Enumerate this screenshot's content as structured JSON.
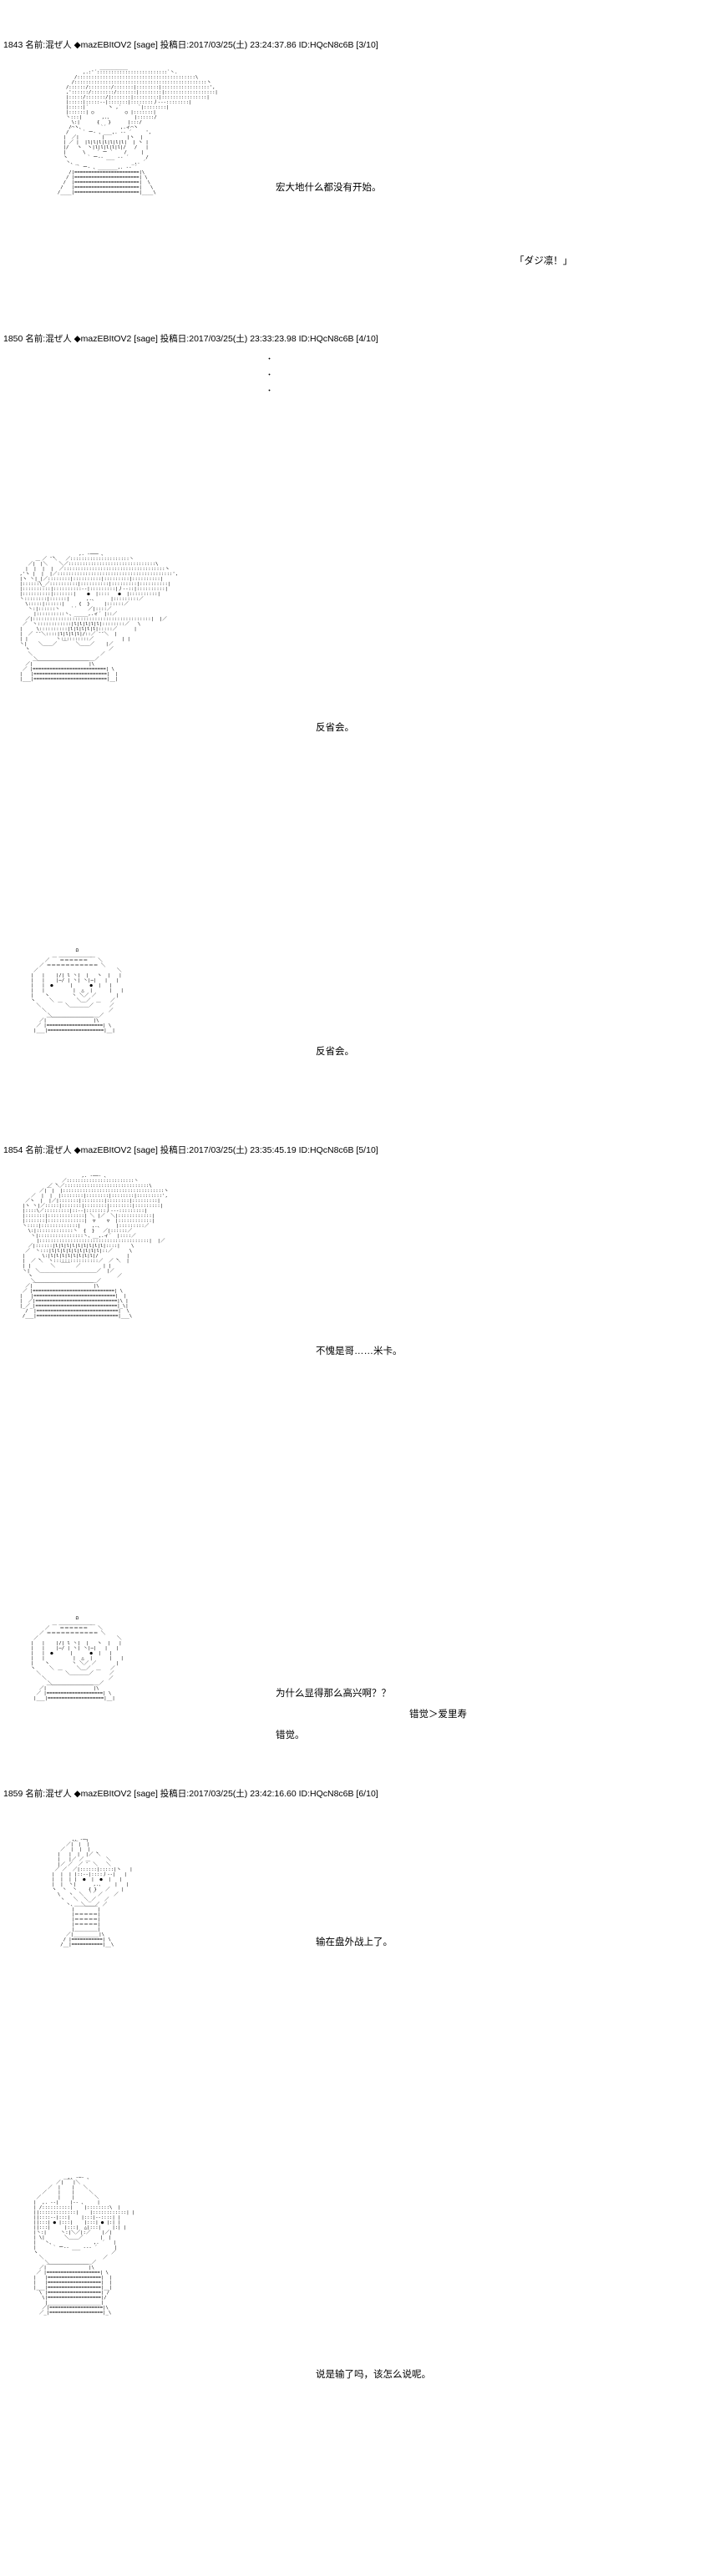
{
  "meta": {
    "board_style": "2ch-aa-thread",
    "background": "#ffffff",
    "text_color": "#000000"
  },
  "posts": [
    {
      "number": "1843",
      "name_label": "名前:",
      "name": "混ぜ人",
      "trip": "◆mazEBItOV2",
      "sage": "[sage]",
      "date_label": "投稿日:",
      "date": "2017/03/25(土) 23:24:37.86",
      "id": "ID:HQcN8c6B",
      "page": "[3/10]",
      "header_full": "1843 名前:混ぜ人 ◆mazEBItOV2 [sage] 投稿日:2017/03/25(土) 23:24:37.86 ID:HQcN8c6B [3/10]",
      "lines": [
        "宏大地什么都没有开始。",
        "「ダジ凛!」"
      ]
    },
    {
      "number": "1850",
      "name_label": "名前:",
      "name": "混ぜ人",
      "trip": "◆mazEBItOV2",
      "sage": "[sage]",
      "date_label": "投稿日:",
      "date": "2017/03/25(土) 23:33:23.98",
      "id": "ID:HQcN8c6B",
      "page": "[4/10]",
      "header_full": "1850 名前:混ぜ人 ◆mazEBItOV2 [sage] 投稿日:2017/03/25(土) 23:33:23.98 ID:HQcN8c6B [4/10]",
      "lines": [
        "反省会。",
        "反省会。"
      ]
    },
    {
      "number": "1854",
      "name_label": "名前:",
      "name": "混ぜ人",
      "trip": "◆mazEBItOV2",
      "sage": "[sage]",
      "date_label": "投稿日:",
      "date": "2017/03/25(土) 23:35:45.19",
      "id": "ID:HQcN8c6B",
      "page": "[5/10]",
      "header_full": "1854 名前:混ぜ人 ◆mazEBItOV2 [sage] 投稿日:2017/03/25(土) 23:35:45.19 ID:HQcN8c6B [5/10]",
      "lines": [
        "不愧是哥……米卡。",
        "为什么显得那么高兴啊？？",
        "错觉＞爱里寿",
        "错觉。"
      ]
    },
    {
      "number": "1859",
      "name_label": "名前:",
      "name": "混ぜ人",
      "trip": "◆mazEBItOV2",
      "sage": "[sage]",
      "date_label": "投稿日:",
      "date": "2017/03/25(土) 23:42:16.60",
      "id": "ID:HQcN8c6B",
      "page": "[6/10]",
      "header_full": "1859 名前:混ぜ人 ◆mazEBItOV2 [sage] 投稿日:2017/03/25(土) 23:42:16.60 ID:HQcN8c6B [6/10]",
      "lines": [
        "输在盘外战上了。",
        "说是输了吗，该怎么说呢。"
      ]
    }
  ],
  "headers": {
    "h1": "1843 名前:混ぜ人 ◆mazEBItOV2 [sage] 投稿日:2017/03/25(土) 23:24:37.86 ID:HQcN8c6B [3/10]",
    "h2": "1850 名前:混ぜ人 ◆mazEBItOV2 [sage] 投稿日:2017/03/25(土) 23:33:23.98 ID:HQcN8c6B [4/10]",
    "h3": "1854 名前:混ぜ人 ◆mazEBItOV2 [sage] 投稿日:2017/03/25(土) 23:35:45.19 ID:HQcN8c6B [5/10]",
    "h4": "1859 名前:混ぜ人 ◆mazEBItOV2 [sage] 投稿日:2017/03/25(土) 23:42:16.60 ID:HQcN8c6B [6/10]"
  },
  "dialogue": {
    "d1": "宏大地什么都没有开始。",
    "d2": "「ダジ凛！」",
    "d3": "反省会。",
    "d4": "反省会。",
    "d5": "不愧是哥……米卡。",
    "d6": "为什么显得那么高兴啊？？",
    "d7": "错觉＞爱里寿",
    "d8": "错觉。",
    "d9": "输在盘外战上了。",
    "d10": "说是输了吗，该怎么说呢。"
  },
  "separators": {
    "dots": "・\n・\n・"
  },
  "aa": {
    "art1": "                    , -──- 、\n              ,. :'´::::::::::::::::::::`丶\n            /:::::::::::::::::::::::::::::::::::\\\n           /:::::::::::::::::::::::::::::::::::::::::',\n          ,'::::::/:::::/:::::|::::::::|::::::::::::',\n          |::::::|:::::/|:::::|::::::::|:::::::::::::|\n          |::::::|::-‐l:::八:::::::丿‐-:::::::|\n          |::::::|´    ヽ  ,´    `|:::::::|\n          |::::::| ○        ○ |::::::::|\n          丶::::|      ,.、       l::::::/\n            \\:|     {  }     l::/\n           / ̄ヽ、    `´    ,.ィ´ヽ\n          /      ` ー-- ''´     ヽ\n         /   ,ヘ             /ヽ  ',\n        |  / |   |l|l|l|l|l|   | ヽ |\n        | /  |   |l|l|l|l|l|   |  ヽ|\n        |/   ヽ  ヽ|l|l|l|/   /    |\n        |      \\   ` ー ´   /     |\n        ヽ      ` ー---- ´      /\n         丶、_             _,. ´\n            ` ー- 、___,. -‐ ´",
    "art2": "                  Ω\n             ／ ̄ ̄ ̄ ̄＼\n          ／ ＝＝＝＝＝＝ ＼\n     ＿／                ＼\n   ／ |   |/ l 丶|  |  ヽ |\n  |  |  |─/ | 丶| 丶|─| |\n  |  |  ● |    |  ● |   |\n  |  |     |  △  |     |\n  |  ヽ    丶 ＼／ ／     |\n  ヽ   ＼    ＼＿／     ／\n    ＼    ￣ ＼＿＿／ ￣\n      ￣ ＼＿＿＿＿＿／",
    "art3": "            ,. -‐- 、\n        ／::::::::::::::::::::丶\n      ／::::::::::::::::::::::::::::::\\\n     ,'::::::::::::|:::::::::|::::::::::::',\n     |::::::::::::|:::::::::|:::::::::::::|\n     |:::::/ 丶|/  丶|::::::::|\n     |::::| ●    ● |::::::|\n     丶::|    △    |::::／\n       \\|   ＼＿／  |／\n        ヽ、       ,. ´\n          ` ー--‐ ´",
    "art4": "                ,. -──- 、\n           ／:::::::::::::::::::::::::::丶\n         ／::::::::::::::::::::::::::::::::::::\\\n        ,'::::::::::::::::::::::::::::::::::::::::::',\n        |::::::|::::::/|::::::|:::::::|::::::|\n        |::::::|:-‐|:::/ 丶:::|‐-::|\n        |::::::| ○     ○ |::::|\n        丶:::|     ,、     |::／\n          \\|    {  }    |／\n        ／ ̄ヽ、   `´   ,.ィ ̄ヽ\n       |    ` ー-- ''´      |\n       |   |l|l|l|l|l|l|l|l|   |\n       ヽ  ヽ|l|l|l|l|l|l|/   ／\n         \\   ` ー--- ´   ／\n          ` ー-- ___ -- ´"
  }
}
